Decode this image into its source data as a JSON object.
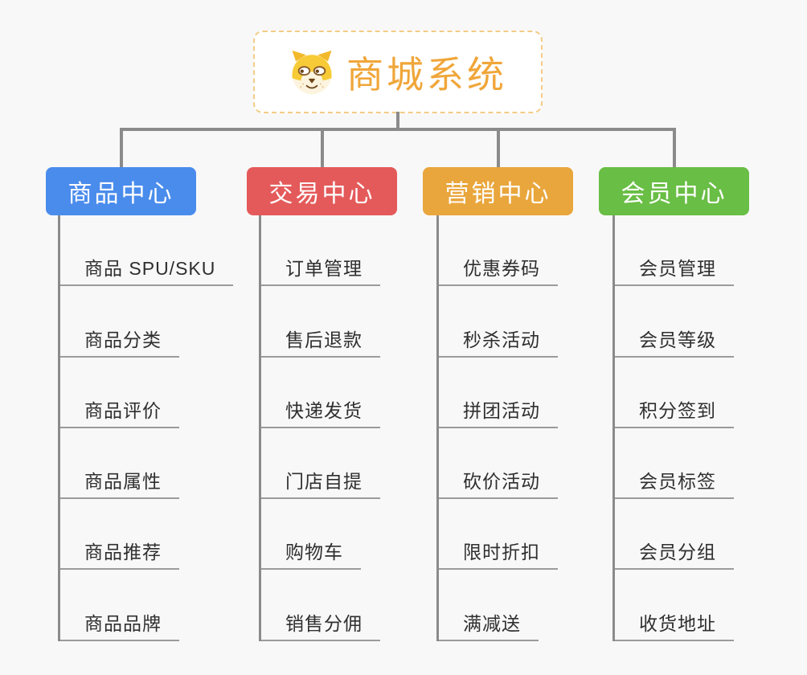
{
  "root": {
    "title": "商城系统",
    "icon": "shiba-dog-icon"
  },
  "branches": [
    {
      "label": "商品中心",
      "color": "#4A8CEC",
      "children": [
        "商品 SPU/SKU",
        "商品分类",
        "商品评价",
        "商品属性",
        "商品推荐",
        "商品品牌"
      ]
    },
    {
      "label": "交易中心",
      "color": "#E45A5A",
      "children": [
        "订单管理",
        "售后退款",
        "快递发货",
        "门店自提",
        "购物车",
        "销售分佣"
      ]
    },
    {
      "label": "营销中心",
      "color": "#E9A63C",
      "children": [
        "优惠券码",
        "秒杀活动",
        "拼团活动",
        "砍价活动",
        "限时折扣",
        "满减送"
      ]
    },
    {
      "label": "会员中心",
      "color": "#69BE45",
      "children": [
        "会员管理",
        "会员等级",
        "积分签到",
        "会员标签",
        "会员分组",
        "收货地址"
      ]
    }
  ],
  "colors": {
    "background": "#F8F8F8",
    "root_accent": "#F0A63A",
    "root_border": "#F3CC86",
    "connector": "#8B8B8B",
    "underline": "#9B9B9B",
    "child_text": "#2F2F2F"
  }
}
